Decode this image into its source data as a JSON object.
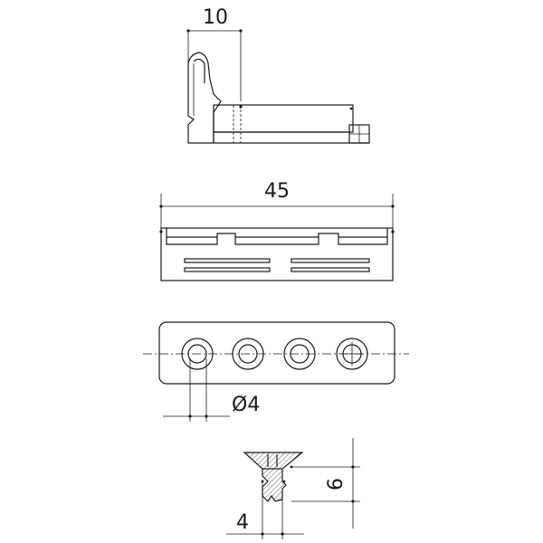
{
  "dimensions": {
    "side_width": "10",
    "total_length": "45",
    "hole_diameter": "Ø4",
    "screw_height": "6",
    "screw_width": "4"
  }
}
